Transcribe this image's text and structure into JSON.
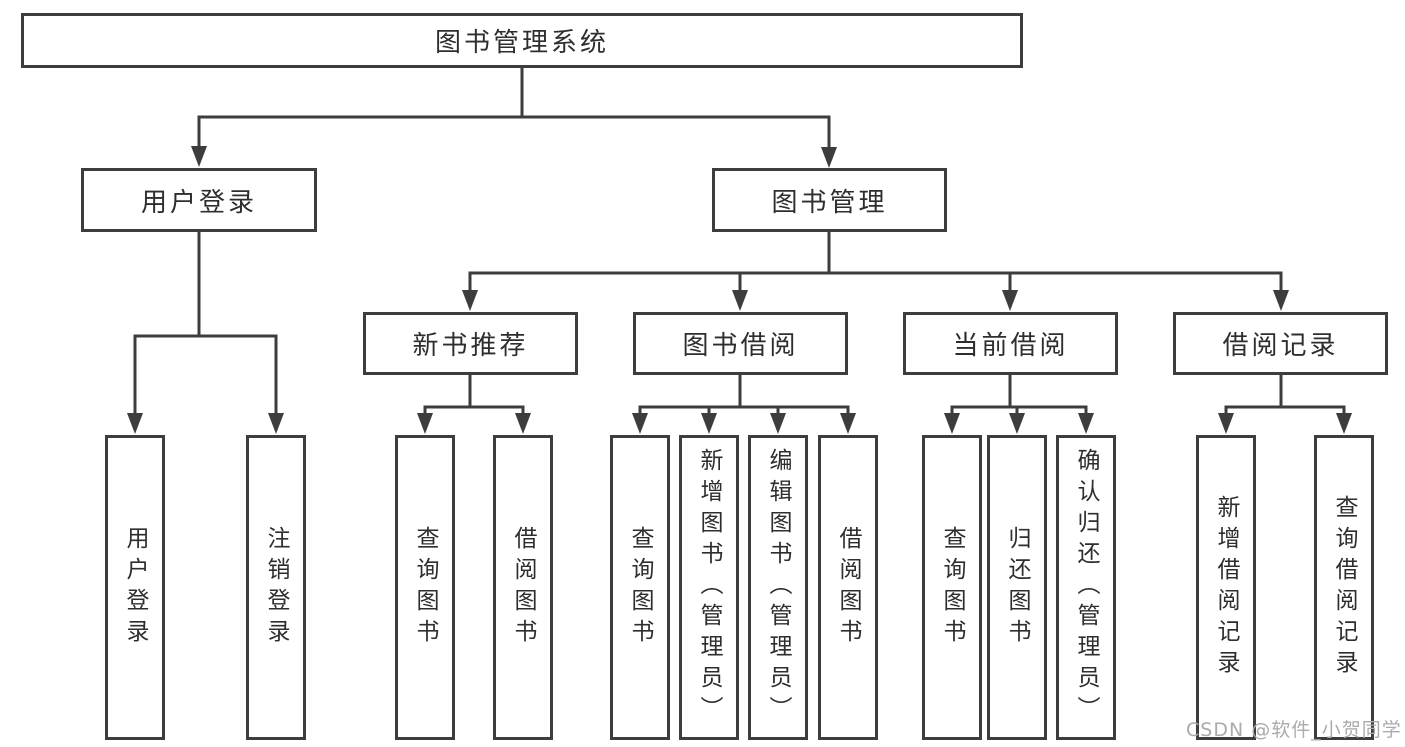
{
  "diagram": {
    "type": "hierarchy-tree",
    "colors": {
      "line": "#3d3d3d",
      "box_border": "#3d3d3d",
      "box_fill": "#ffffff",
      "text": "#2e2e2e",
      "watermark": "#ababab",
      "background": "#ffffff"
    },
    "watermark": "CSDN @软件_小贺同学",
    "tree": {
      "root": {
        "label": "图书管理系统",
        "children": [
          {
            "label": "用户登录",
            "children": [
              {
                "label": "用户登录"
              },
              {
                "label": "注销登录"
              }
            ]
          },
          {
            "label": "图书管理",
            "children": [
              {
                "label": "新书推荐",
                "children": [
                  {
                    "label": "查询图书"
                  },
                  {
                    "label": "借阅图书"
                  }
                ]
              },
              {
                "label": "图书借阅",
                "children": [
                  {
                    "label": "查询图书"
                  },
                  {
                    "label": "新增图书（管理员）"
                  },
                  {
                    "label": "编辑图书（管理员）"
                  },
                  {
                    "label": "借阅图书"
                  }
                ]
              },
              {
                "label": "当前借阅",
                "children": [
                  {
                    "label": "查询图书"
                  },
                  {
                    "label": "归还图书"
                  },
                  {
                    "label": "确认归还（管理员）"
                  }
                ]
              },
              {
                "label": "借阅记录",
                "children": [
                  {
                    "label": "新增借阅记录"
                  },
                  {
                    "label": "查询借阅记录"
                  }
                ]
              }
            ]
          }
        ]
      }
    }
  }
}
